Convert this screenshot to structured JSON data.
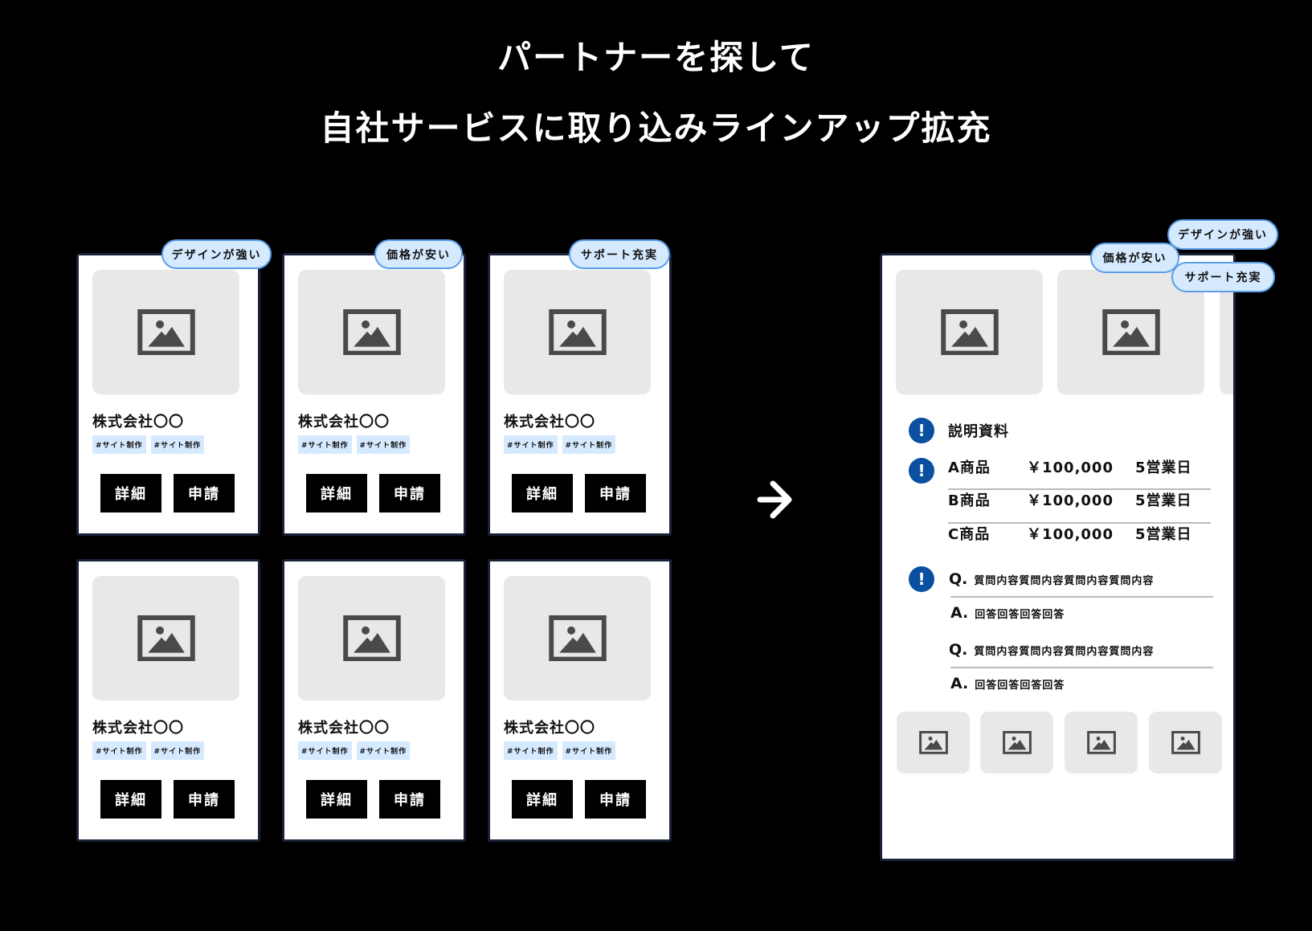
{
  "title": {
    "line1": "パートナーを探して",
    "line2": "自社サービスに取り込みラインアップ拡充"
  },
  "cards": [
    {
      "badge": "デザインが強い",
      "name": "株式会社〇〇",
      "tags": [
        "#サイト制作",
        "#サイト制作"
      ],
      "detail": "詳細",
      "apply": "申請"
    },
    {
      "badge": "価格が安い",
      "name": "株式会社〇〇",
      "tags": [
        "#サイト制作",
        "#サイト制作"
      ],
      "detail": "詳細",
      "apply": "申請"
    },
    {
      "badge": "サポート充実",
      "name": "株式会社〇〇",
      "tags": [
        "#サイト制作",
        "#サイト制作"
      ],
      "detail": "詳細",
      "apply": "申請"
    },
    {
      "badge": "",
      "name": "株式会社〇〇",
      "tags": [
        "#サイト制作",
        "#サイト制作"
      ],
      "detail": "詳細",
      "apply": "申請"
    },
    {
      "badge": "",
      "name": "株式会社〇〇",
      "tags": [
        "#サイト制作",
        "#サイト制作"
      ],
      "detail": "詳細",
      "apply": "申請"
    },
    {
      "badge": "",
      "name": "株式会社〇〇",
      "tags": [
        "#サイト制作",
        "#サイト制作"
      ],
      "detail": "詳細",
      "apply": "申請"
    }
  ],
  "arrow_icon": "arrow-right-icon",
  "panel": {
    "badges": [
      "デザインが強い",
      "価格が安い",
      "サポート充実"
    ],
    "doc_label": "説明資料",
    "products": [
      {
        "name": "A商品",
        "price": "￥100,000",
        "lead": "5営業日"
      },
      {
        "name": "B商品",
        "price": "￥100,000",
        "lead": "5営業日"
      },
      {
        "name": "C商品",
        "price": "￥100,000",
        "lead": "5営業日"
      }
    ],
    "faq": [
      {
        "q_mark": "Q.",
        "q": "質問内容質問内容質問内容質問内容",
        "a_mark": "A.",
        "a": "回答回答回答回答"
      },
      {
        "q_mark": "Q.",
        "q": "質問内容質問内容質問内容質問内容",
        "a_mark": "A.",
        "a": "回答回答回答回答"
      }
    ],
    "info_icon": "!"
  },
  "colors": {
    "badge_bg": "#d6eaff",
    "badge_border": "#5a9ee8",
    "info": "#0a4fa0",
    "button": "#000000"
  }
}
